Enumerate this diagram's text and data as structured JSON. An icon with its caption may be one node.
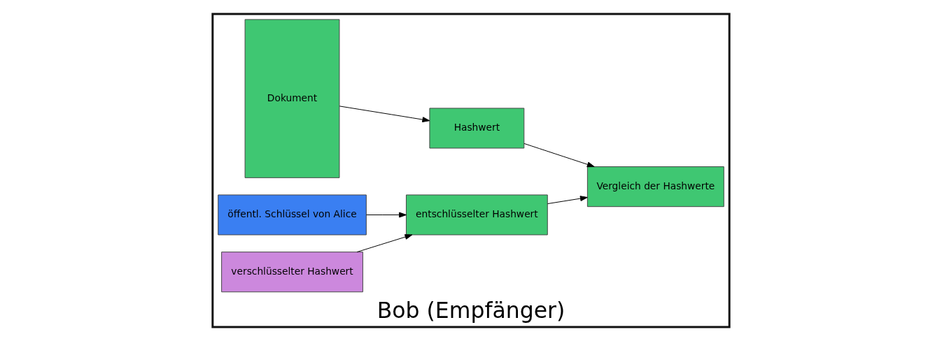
{
  "diagram": {
    "nodes": [
      {
        "text": [
          "Bob (Empfänger)"
        ]
      },
      {
        "text": [
          "Dokument"
        ],
        "in": 0
      },
      {
        "text": [
          "öffentl. Schlüssel von Alice"
        ],
        "in": 0
      },
      {
        "text": [
          "verschlüsselter Hashwert"
        ],
        "in": 0
      },
      {
        "text": [
          "Hashwert"
        ],
        "in": 0
      },
      {
        "text": [
          "entschlüsselter Hashwert"
        ],
        "in": 0
      },
      {
        "text": [
          "Vergleich der Hashwerte"
        ],
        "in": 0
      }
    ],
    "edges": [
      {
        "from": 2,
        "to": 5,
        "arrow": "to"
      },
      {
        "from": 3,
        "to": 5,
        "arrow": "to"
      },
      {
        "from": 1,
        "to": 4,
        "arrow": "to"
      },
      {
        "from": 5,
        "to": 6,
        "arrow": "to"
      },
      {
        "from": 4,
        "to": 6,
        "arrow": "to"
      }
    ]
  }
}
